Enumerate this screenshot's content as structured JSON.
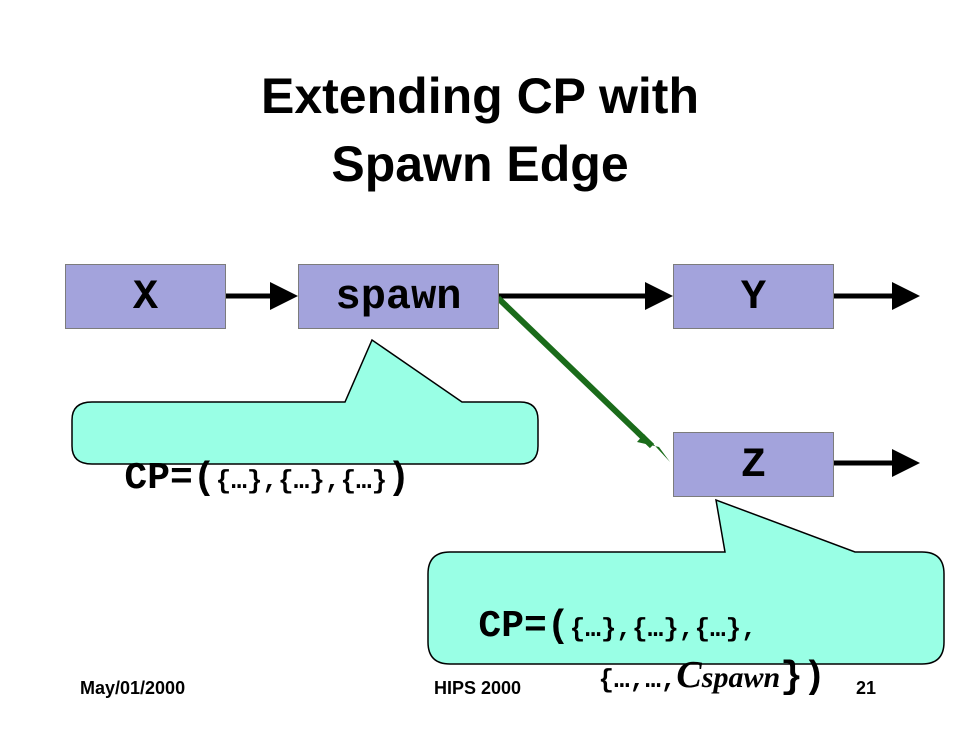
{
  "slide": {
    "title_line1": "Extending CP with",
    "title_line2": "Spawn Edge"
  },
  "nodes": {
    "x": "X",
    "spawn": "spawn",
    "y": "Y",
    "z": "Z"
  },
  "callout1": {
    "prefix": "CP=(",
    "sets": "{…},{…},{…}",
    "suffix": ")"
  },
  "callout2": {
    "line1_prefix": "CP=(",
    "line1_sets": "{…},{…},{…},",
    "line2_prefix": "{…,…,",
    "c": "C",
    "sub": "spawn",
    "line2_suffix": "})"
  },
  "footer": {
    "date": "May/01/2000",
    "conference": "HIPS 2000",
    "page": "21"
  },
  "colors": {
    "node_fill": "#a3a3dc",
    "callout_fill": "#99ffe5",
    "spawn_edge": "#1a6b1a",
    "edge": "#000000"
  }
}
